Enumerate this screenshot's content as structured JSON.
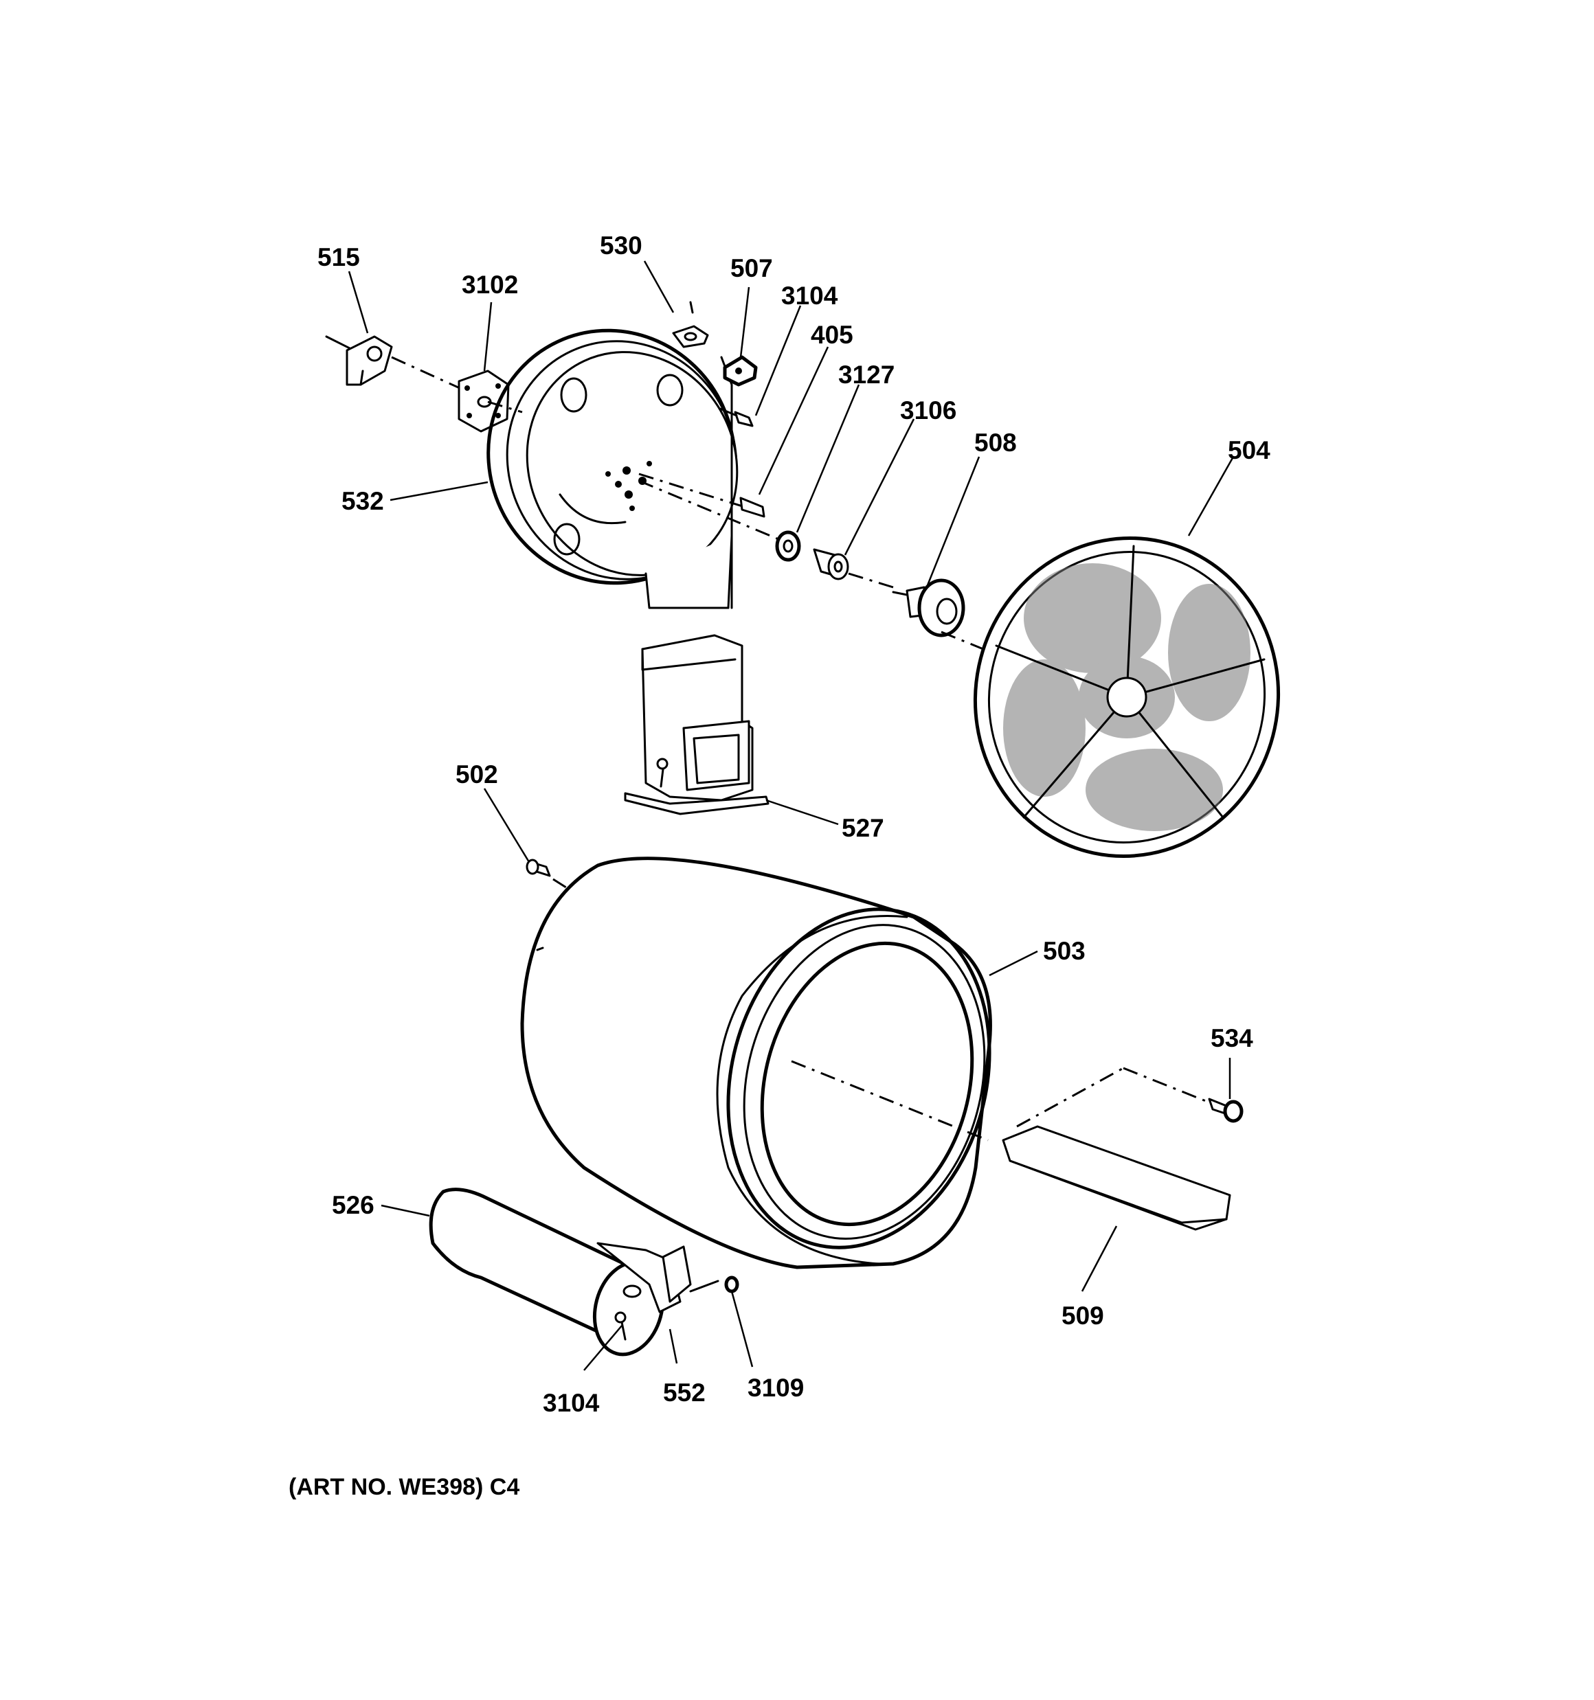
{
  "diagram": {
    "callouts": {
      "c515": "515",
      "c3102": "3102",
      "c530": "530",
      "c507": "507",
      "c3104a": "3104",
      "c405": "405",
      "c3127": "3127",
      "c3106": "3106",
      "c508": "508",
      "c504": "504",
      "c532": "532",
      "c527": "527",
      "c502": "502",
      "c503": "503",
      "c534": "534",
      "c526": "526",
      "c509": "509",
      "c3104b": "3104",
      "c552": "552",
      "c3109": "3109"
    },
    "footer": "(ART NO. WE398) C4"
  }
}
